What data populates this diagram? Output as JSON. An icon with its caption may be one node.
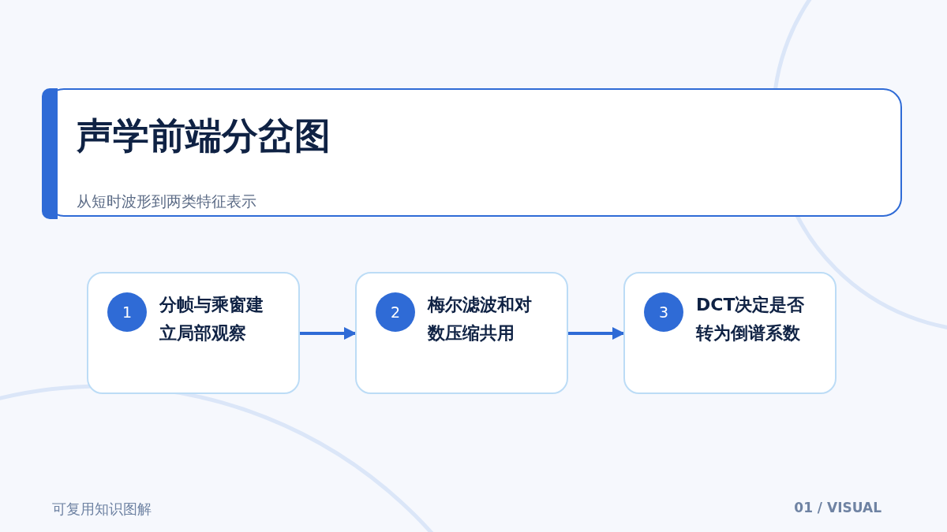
{
  "diagram": {
    "title": "声学前端分岔图",
    "nodes": [
      {
        "text": [
          "分帧与乘窗建立局部观察"
        ]
      },
      {
        "text": [
          "1"
        ],
        "in": 0
      },
      {
        "text": [
          "梅尔滤波和对数压缩共用"
        ]
      },
      {
        "text": [
          "2"
        ],
        "in": 2
      },
      {
        "text": [
          "DCT决定是否转为倒谱系数"
        ]
      },
      {
        "text": [
          "3"
        ],
        "in": 4
      }
    ],
    "edges": [
      {
        "from": 0,
        "to": 2,
        "arrow": "to"
      },
      {
        "from": 2,
        "to": 4,
        "arrow": "to"
      }
    ],
    "labels": [
      "从短时波形到两类特征表示",
      "可复用知识图解",
      "01 / VISUAL"
    ]
  }
}
